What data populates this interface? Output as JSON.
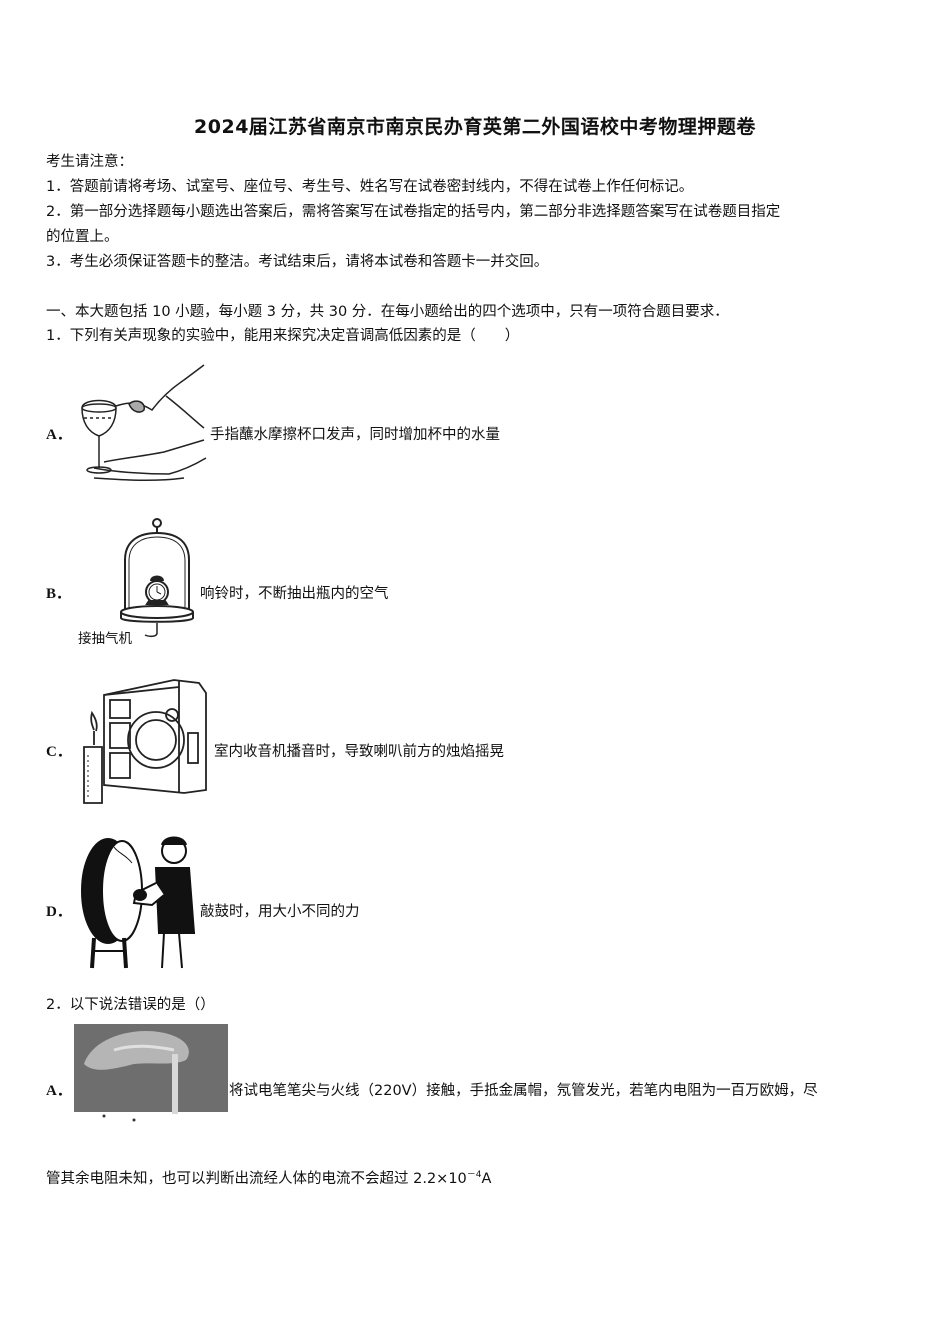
{
  "document": {
    "title": "2024届江苏省南京市南京民办育英第二外国语校中考物理押题卷",
    "notice": {
      "heading": "考生请注意：",
      "items": [
        "1．答题前请将考场、试室号、座位号、考生号、姓名写在试卷密封线内，不得在试卷上作任何标记。",
        "2．第一部分选择题每小题选出答案后，需将答案写在试卷指定的括号内，第二部分非选择题答案写在试卷题目指定",
        "的位置上。",
        "3．考生必须保证答题卡的整洁。考试结束后，请将本试卷和答题卡一并交回。"
      ]
    },
    "section1": {
      "heading": "一、本大题包括 10 小题，每小题 3 分，共 30 分．在每小题给出的四个选项中，只有一项符合题目要求．"
    },
    "questions": [
      {
        "stem": "1．下列有关声现象的实验中，能用来探究决定音调高低因素的是（　　）",
        "options": [
          {
            "letter": "A．",
            "text": "手指蘸水摩擦杯口发声，同时增加杯中的水量",
            "figure": "wine-glass-rubbing-figure"
          },
          {
            "letter": "B．",
            "text": "响铃时，不断抽出瓶内的空气",
            "figure": "bell-jar-alarm-clock-figure",
            "figure_label": "接抽气机"
          },
          {
            "letter": "C．",
            "text": "室内收音机播音时，导致喇叭前方的烛焰摇晃",
            "figure": "radio-candle-figure"
          },
          {
            "letter": "D．",
            "text": "敲鼓时，用大小不同的力",
            "figure": "drum-beating-figure"
          }
        ]
      },
      {
        "stem": "2．以下说法错误的是（）",
        "options": [
          {
            "letter": "A．",
            "text": "将试电笔笔尖与火线（220V）接触，手抵金属帽，氖管发光，若笔内电阻为一百万欧姆，尽",
            "continuation_before": "管其余电阻未知，也可以判断出流经人体的电流不会超过 2.2×10",
            "continuation_exp": "－4",
            "continuation_after": "A",
            "figure": "test-pencil-photo"
          }
        ]
      }
    ]
  }
}
